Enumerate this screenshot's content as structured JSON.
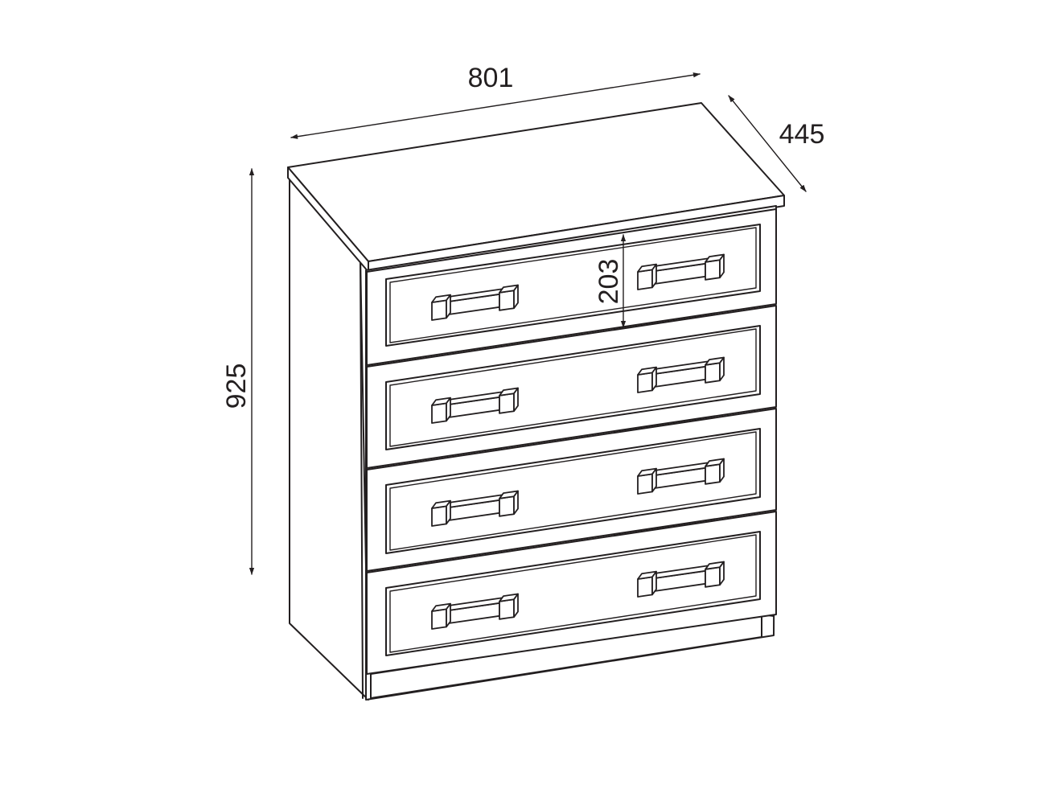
{
  "dimensions": {
    "width": "801",
    "depth": "445",
    "height": "925",
    "drawer_height": "203"
  },
  "drawers": [
    {
      "handles": [
        "left-handle",
        "right-handle"
      ]
    },
    {
      "handles": [
        "left-handle",
        "right-handle"
      ]
    },
    {
      "handles": [
        "left-handle",
        "right-handle"
      ]
    },
    {
      "handles": [
        "left-handle",
        "right-handle"
      ]
    }
  ],
  "colors": {
    "line": "#231f20",
    "background": "#ffffff"
  }
}
